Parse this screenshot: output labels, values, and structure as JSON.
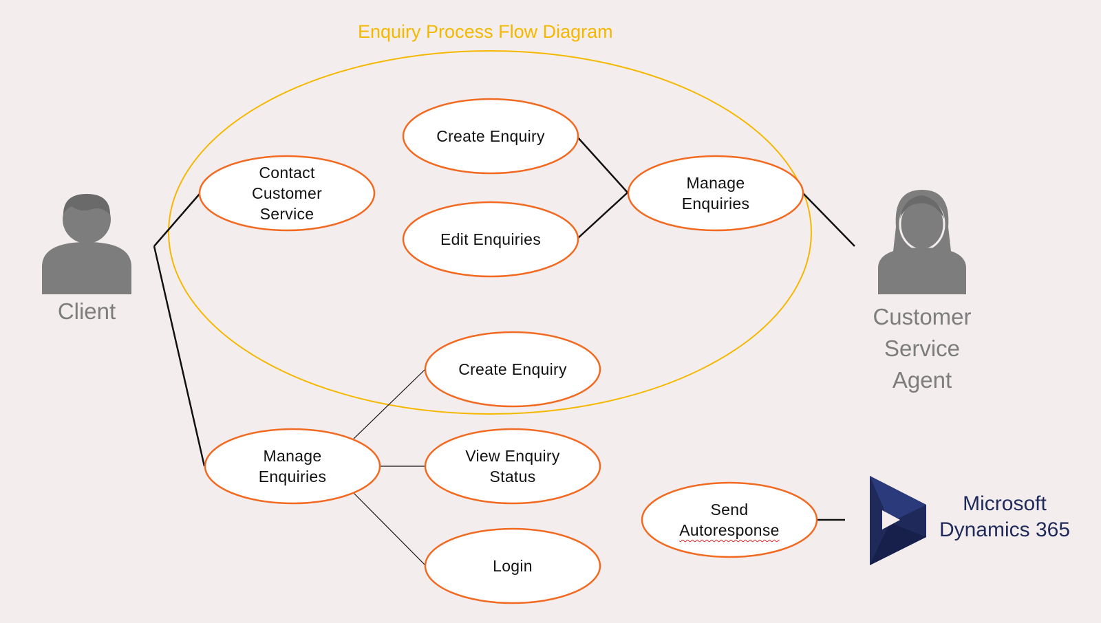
{
  "title": "Enquiry Process Flow Diagram",
  "colors": {
    "background": "#f3eded",
    "system_boundary": "#f5b800",
    "use_case_stroke": "#f26a21",
    "use_case_fill": "#ffffff",
    "actor": "#7d7d7d",
    "connector": "#111111",
    "dynamics_logo": "#1f2a5a"
  },
  "actors": {
    "client": {
      "label": "Client",
      "icon": "person-male-icon"
    },
    "agent": {
      "label": "Customer\nService\nAgent",
      "icon": "person-female-icon"
    }
  },
  "use_cases": {
    "contact_customer_service": "Contact\nCustomer\nService",
    "create_enquiry_top": "Create Enquiry",
    "edit_enquiries": "Edit Enquiries",
    "manage_enquiries_agent": "Manage\nEnquiries",
    "create_enquiry_client": "Create Enquiry",
    "manage_enquiries_client": "Manage\nEnquiries",
    "view_enquiry_status": "View Enquiry\nStatus",
    "login": "Login",
    "send_autoresponse_line1": "Send",
    "send_autoresponse_line2": "Autoresponse"
  },
  "external_system": {
    "logo_icon": "dynamics-365-logo-icon",
    "label": "Microsoft\nDynamics 365"
  }
}
